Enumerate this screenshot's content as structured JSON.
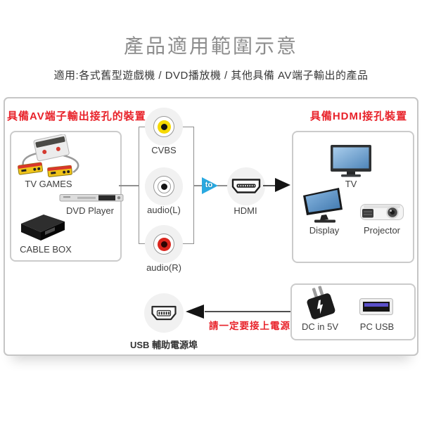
{
  "page": {
    "title": "產品適用範圍示意",
    "subtitle": "適用:各式舊型遊戲機 / DVD播放機 / 其他具備 AV端子輸出的產品"
  },
  "colors": {
    "accent_red": "#e8222a",
    "title_gray": "#8d8d8d",
    "label_dark": "#3f3f3f",
    "to_arrow_blue": "#2aa9e0",
    "cvbs_yellow": "#f6d900",
    "audio_right_red": "#da251d",
    "frame_border_gray": "#c6c6c6"
  },
  "source_section": {
    "heading": "具備AV端子輸出接孔的裝置",
    "devices": [
      {
        "label": "TV GAMES",
        "icon": "game-console-icon"
      },
      {
        "label": "DVD Player",
        "icon": "dvd-player-icon"
      },
      {
        "label": "CABLE BOX",
        "icon": "cable-box-icon"
      }
    ]
  },
  "converter": {
    "inputs": [
      {
        "label": "CVBS",
        "plug_color": "#f6d900"
      },
      {
        "label": "audio(L)",
        "plug_color": "#ffffff"
      },
      {
        "label": "audio(R)",
        "plug_color": "#da251d"
      }
    ],
    "to_label": "to",
    "output_label": "HDMI"
  },
  "hdmi_section": {
    "heading": "具備HDMI接孔裝置",
    "devices": [
      {
        "label": "TV",
        "icon": "tv-icon"
      },
      {
        "label": "Display",
        "icon": "monitor-icon"
      },
      {
        "label": "Projector",
        "icon": "projector-icon"
      }
    ]
  },
  "power_section": {
    "port_label": "USB 輔助電源埠",
    "warning": "請一定要接上電源",
    "sources": [
      {
        "label": "DC in 5V",
        "icon": "power-adapter-icon"
      },
      {
        "label": "PC USB",
        "icon": "usb-port-icon"
      }
    ]
  }
}
